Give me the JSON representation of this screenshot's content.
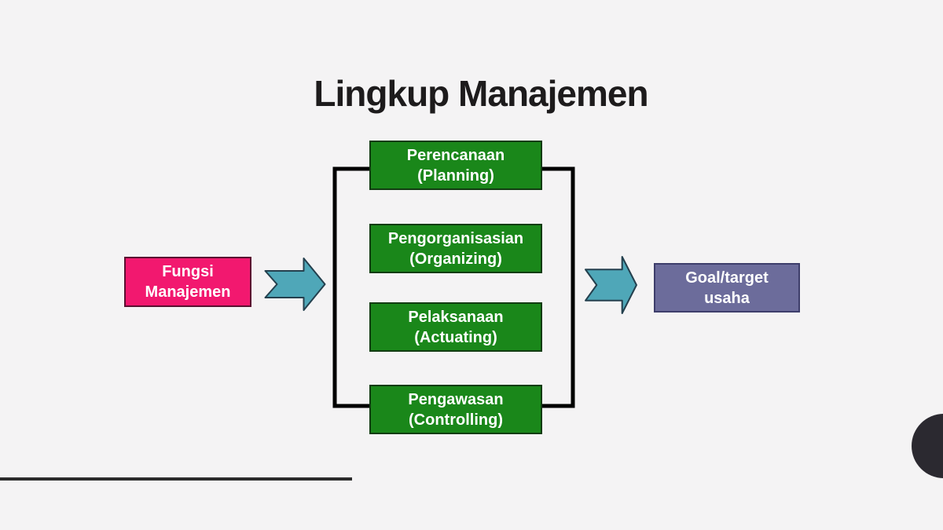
{
  "slide": {
    "title": "Lingkup Manajemen",
    "background_color": "#f4f3f4",
    "title_color": "#1d1b1c"
  },
  "diagram": {
    "source": {
      "line1": "Fungsi",
      "line2": "Manajemen",
      "fill_color": "#f2186f",
      "border_color": "#5a1030"
    },
    "stages": [
      {
        "name": "Perencanaan",
        "translation": "(Planning)"
      },
      {
        "name": "Pengorganisasian",
        "translation": "(Organizing)"
      },
      {
        "name": "Pelaksanaan",
        "translation": "(Actuating)"
      },
      {
        "name": "Pengawasan",
        "translation": "(Controlling)"
      }
    ],
    "stage_fill_color": "#1a871a",
    "stage_border_color": "#123c12",
    "target": {
      "line1": "Goal/target",
      "line2": "usaha",
      "fill_color": "#6c6c9b",
      "border_color": "#3e3e6b"
    },
    "arrow_fill_color": "#4fa7b8",
    "arrow_border_color": "#24404e",
    "bracket_color": "#000000"
  },
  "decorations": {
    "bottom_line_color": "#2b2b2b",
    "corner_circle_color": "#2b2930"
  }
}
